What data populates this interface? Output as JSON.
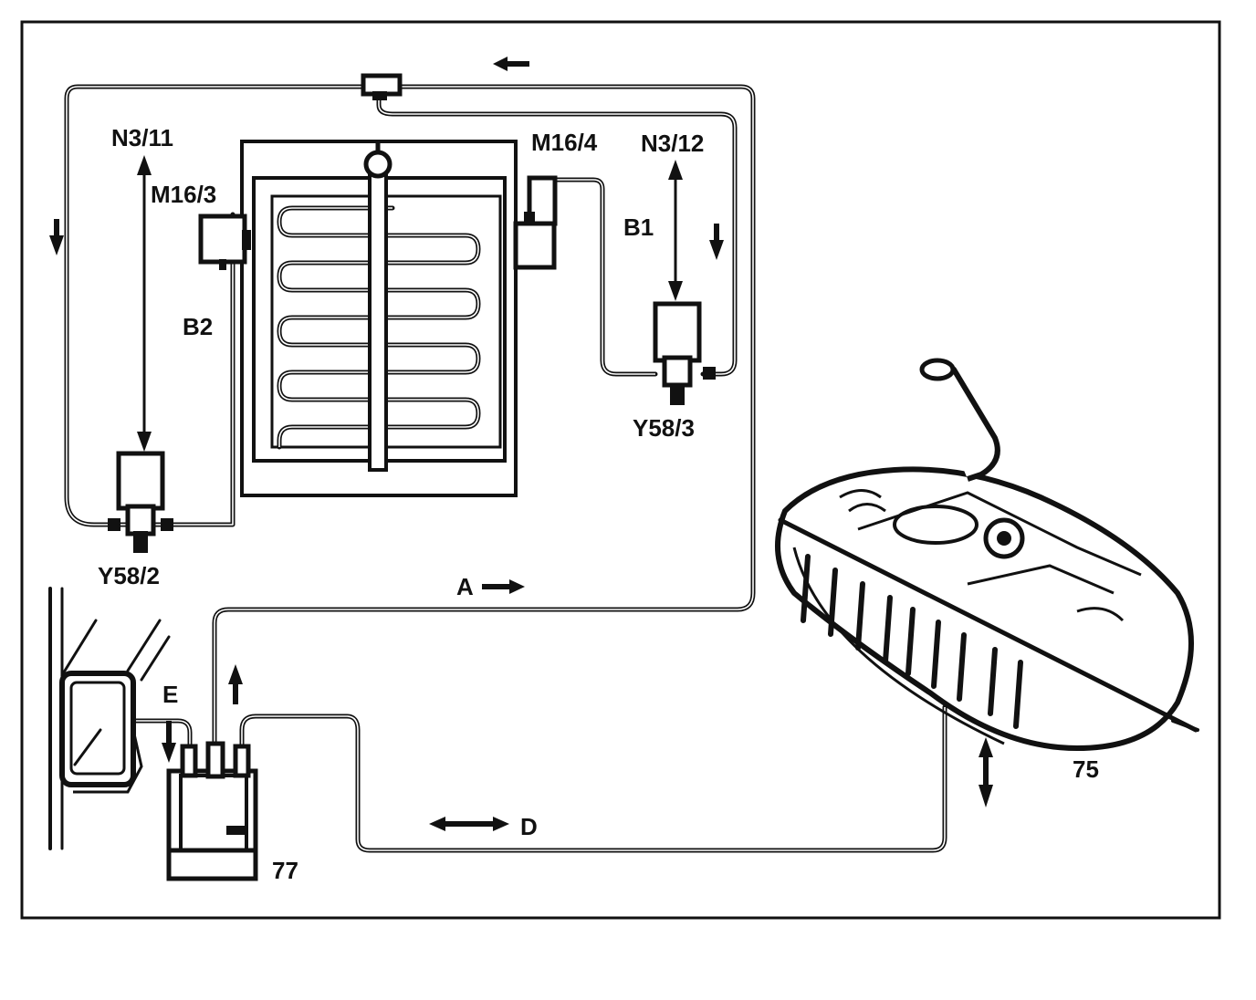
{
  "colors": {
    "ink": "#111111",
    "paper": "#ffffff"
  },
  "labels": {
    "n3_11": "N3/11",
    "n3_12": "N3/12",
    "m16_3": "M16/3",
    "m16_4": "M16/4",
    "b1": "B1",
    "b2": "B2",
    "y58_2": "Y58/2",
    "y58_3": "Y58/3",
    "a": "A",
    "d": "D",
    "e": "E",
    "c75": "75",
    "c77": "77"
  }
}
